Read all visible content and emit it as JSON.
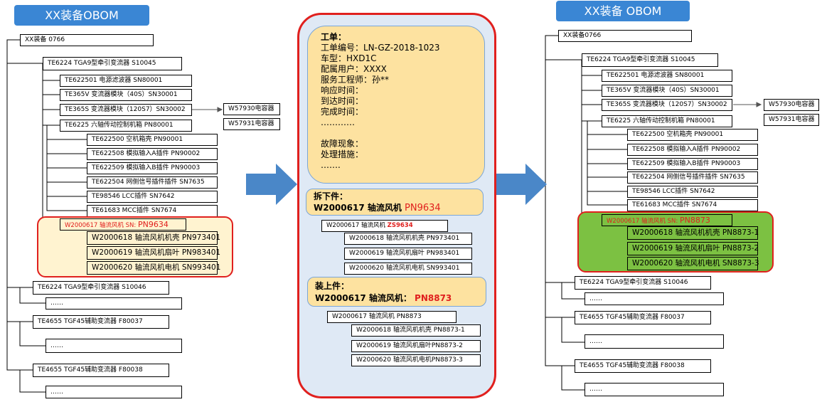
{
  "left": {
    "title": "XX装备OBOM",
    "root": "XX装备 0766",
    "n1": "TE6224  TGA9型牵引变流器 S10045",
    "n1_children": [
      "TE622501  电源滤波器 SN80001",
      "TE365V  变流器模块（40S）SN30001",
      "TE365S  变流器模块（120S7）SN30002",
      "TE6225   六轴传动控制机箱 PN80001"
    ],
    "side_boxes": [
      "W57930电容器",
      "W57931电容器"
    ],
    "n1_4_children": [
      "TE622500  空机箱壳 PN90001",
      "TE622508  模拟输入A插件 PN90002",
      "TE622509 模拟输入B插件 PN90003",
      "TE622504  网侧信号插件插件 SN7635",
      "TE98546   LCC插件 SN7642",
      "TE61683   MCC插件 SN7674"
    ],
    "fan_label_prefix": "W2000617  轴流风机 SN:  ",
    "fan_sn": "PN9634",
    "fan_children": [
      "W2000618  轴流风机机壳 PN973401",
      "W2000619  轴流风机扇叶 PN983401",
      "W2000620  轴流风机电机 SN993401"
    ],
    "n2": "TE6224  TGA9型牵引变流器 S10046",
    "n3": "TE4655  TGF45辅助变流器 F80037",
    "n4": "TE4655  TGF45辅助变流器 F80038",
    "dots": "……"
  },
  "middle": {
    "ticket_title": "工单：",
    "ticket_lines": [
      "工单编号：LN-GZ-2018-1023",
      "车型：HXD1C",
      "配属用户：XXXX",
      "服务工程师：孙**",
      "响应时间：",
      "到达时间：",
      "完成时间：",
      "…………",
      "",
      "故障现象：",
      "处理措施：",
      "……."
    ],
    "remove_title": "拆下件：",
    "remove_item": "W2000617  轴流风机  ",
    "remove_sn": "PN9634",
    "remove_node_prefix": "W2000617  轴流风机 ",
    "remove_node_sn": "ZS9634",
    "remove_children": [
      "W2000618   轴流风机机壳 PN973401",
      "W2000619   轴流风机扇叶 PN983401",
      "W2000620   轴流风机电机 SN993401"
    ],
    "install_title": "装上件：",
    "install_item": "W2000617  轴流风机：  ",
    "install_sn": "PN8873",
    "install_node": "W2000617  轴流风机 PN8873",
    "install_children": [
      "W2000618   轴流风机机壳 PN8873-1",
      "W2000619   轴流风机扇叶PN8873-2",
      "W2000620   轴流风机电机PN8873-3"
    ]
  },
  "right": {
    "title": "XX装备 OBOM",
    "root": "XX装备0766",
    "n1": "TE6224  TGA9型牵引变流器 S10045",
    "n1_children": [
      "TE622501  电源滤波器 SN80001",
      "TE365V  变流器模块（40S）SN30001",
      "TE365S  变流器模块（120S7）SN30002",
      "TE6225   六轴传动控制机箱 PN80001"
    ],
    "side_boxes": [
      "W57930电容器",
      "W57931电容器"
    ],
    "n1_4_children": [
      "TE622500  空机箱壳 PN90001",
      "TE622508  模拟输入A插件 PN90002",
      "TE622509 模拟输入B插件 PN90003",
      "TE622504  网侧信号插件插件 SN7635",
      "TE98546   LCC插件 SN7642",
      "TE61683   MCC插件 SN7674"
    ],
    "fan_label_prefix": "W2000617  轴流风机 SN:  ",
    "fan_sn": "PN8873",
    "fan_children": [
      "W2000618  轴流风机机壳 PN8873-1",
      "W2000619  轴流风机扇叶 PN8873-2",
      "W2000620  轴流风机电机 SN8873-3"
    ],
    "n2": "TE6224  TGA9型牵引变流器 S10046",
    "n3": "TE4655  TGF45辅助变流器 F80037",
    "n4": "TE4655  TGF45辅助变流器 F80038",
    "dots": "……"
  },
  "colors": {
    "accent_blue": "#3a86d4",
    "highlight_red": "#e0201e",
    "removed_fill": "#fff3d0",
    "installed_fill": "#7cc142",
    "ticket_fill": "#fde2a0",
    "panel_fill": "#dfe9f5"
  },
  "icons": [
    "arrow-right-icon"
  ]
}
